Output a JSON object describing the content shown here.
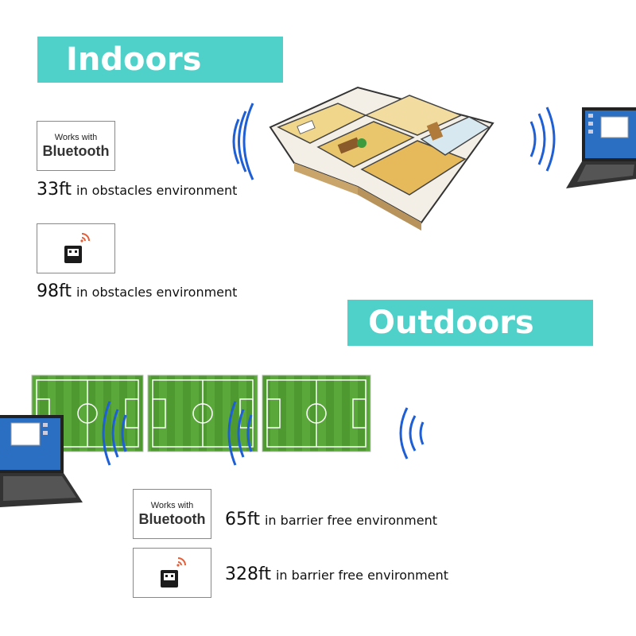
{
  "indoors": {
    "title": "Indoors",
    "bluetooth_card": {
      "line1": "Works with",
      "line2": "Bluetooth"
    },
    "bluetooth_range": {
      "value": "33ft",
      "description": "in obstacles environment"
    },
    "adapter_range": {
      "value": "98ft",
      "description": "in obstacles environment"
    }
  },
  "outdoors": {
    "title": "Outdoors",
    "bluetooth_card": {
      "line1": "Works with",
      "line2": "Bluetooth"
    },
    "bluetooth_range": {
      "value": "65ft",
      "description": "in barrier free environment"
    },
    "adapter_range": {
      "value": "328ft",
      "description": "in barrier free environment"
    }
  },
  "colors": {
    "banner": "#4fd0c8",
    "signal_wave": "#1f5fd6",
    "field_green": "#5aa83a",
    "wifi_icon": "#e2603c"
  },
  "icons": [
    "wifi-signal-icon",
    "usb-adapter-icon",
    "laptop-icon",
    "house-floorplan-illustration",
    "soccer-field-illustration",
    "signal-wave-icon"
  ]
}
